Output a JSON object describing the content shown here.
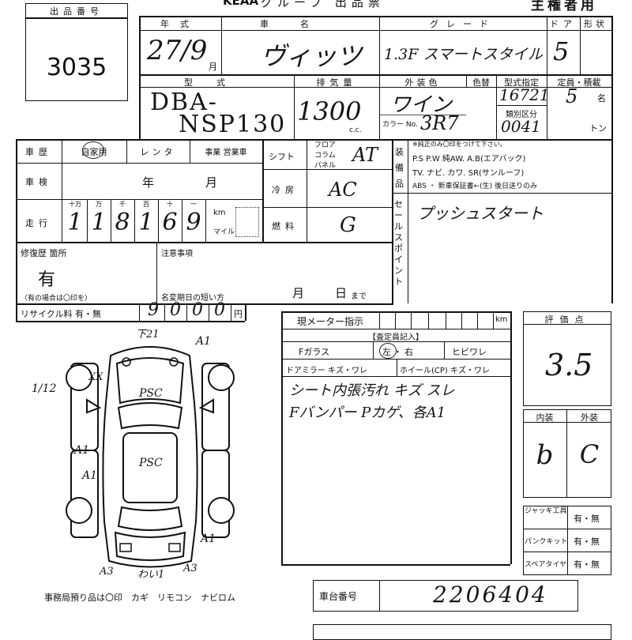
{
  "header": {
    "lot_label": "出品番号",
    "lot_number": "3035",
    "brand": "KEAA",
    "form_title": "グループ 出品票",
    "owner_note": "主権者用"
  },
  "vehicle": {
    "year_label": "年式",
    "year_value": "27/9",
    "month_unit": "月",
    "name_label": "車名",
    "name_value": "ヴィッツ",
    "grade_label": "グレード",
    "grade_value": "1.3F スマートスタイル",
    "door_label": "ドア",
    "door_value": "5",
    "shape_label": "形状",
    "model_label": "型式",
    "model_value_1": "DBA-",
    "model_value_2": "NSP130",
    "displacement_label": "排気量",
    "displacement_value": "1300",
    "cc_unit": "c.c.",
    "color_label": "外装色",
    "color_change_label": "色替",
    "color_value": "ワイン",
    "color_no_label": "カラー No.",
    "color_no_value": "3R7",
    "type_spec_label": "型式指定",
    "type_spec_value": "16721",
    "class_label": "類別区分",
    "class_value": "0041",
    "capacity_label": "定員・積載",
    "capacity_value": "5",
    "capacity_unit": "名",
    "ton_unit": "トン"
  },
  "history": {
    "usage_label": "車歴",
    "usage_options": [
      "自家用",
      "レンタ",
      "事業 営業車"
    ],
    "inspection_label": "車検",
    "year_unit": "年",
    "month_unit": "月",
    "mileage_label": "走行",
    "digit_labels": [
      "十万",
      "万",
      "千",
      "百",
      "十",
      "一"
    ],
    "mileage_digits": [
      "1",
      "1",
      "8",
      "1",
      "6",
      "9"
    ],
    "km_unit": "km",
    "mile_unit": "マイル",
    "repair_label": "修復歴 箇所",
    "repair_value": "有",
    "repair_note": "（有の場合は〇印を）",
    "caution_label": "注意事項",
    "name_change_label": "名変期日の短い方",
    "month_day_month": "月",
    "month_day_day": "日",
    "made_label": "まで",
    "recycle_label": "リサイクル料 有・無",
    "recycle_digits": [
      "9",
      "0",
      "0",
      "0"
    ],
    "yen_unit": "円"
  },
  "specs": {
    "shift_label": "シフト",
    "shift_options": [
      "フロア",
      "コラム",
      "パネル"
    ],
    "shift_value": "AT",
    "ac_label": "冷房",
    "ac_value": "AC",
    "fuel_label": "燃料",
    "fuel_value": "G"
  },
  "equipment": {
    "label_chars": [
      "装",
      "備",
      "品"
    ],
    "note": "※純正のみ〇印をつけて下さい。",
    "line1": "P.S  P.W  純AW.  A.B(エアバック)",
    "line2": "TV. ナビ. カワ. SR(サンルーフ)",
    "line3": "ABS ・ 新車保証書←(生) 後日送りのみ"
  },
  "sales_point": {
    "label": "セールスポイント",
    "value": "プッシュスタート"
  },
  "meter": {
    "label": "現メーター指示",
    "km_unit": "km"
  },
  "inspector": {
    "title": "【査定員記入】",
    "f_glass": "Fガラス",
    "left_right": "左・右",
    "crack_chip": "ヒビワレ",
    "mirror": "ドアミラー キズ・ワレ",
    "wheel": "ホイール(CP) キズ・ワレ",
    "note_line1": "シート内張汚れ キズ スレ",
    "note_line2": "Fバンパー Pカゲ、各A1"
  },
  "grades": {
    "score_label": "評価点",
    "score_value": "3.5",
    "interior_label": "内装",
    "exterior_label": "外装",
    "interior_value": "b",
    "exterior_value": "C"
  },
  "tools": {
    "jack_label": "ジャッキ工具",
    "puncture_label": "パンクキット",
    "spare_label": "スペアタイヤ",
    "option": "有・無"
  },
  "chassis": {
    "label": "車台番号",
    "value": "2206404"
  },
  "diagram": {
    "marks": {
      "top": "下21",
      "top_right": "A1",
      "left_upper": "XX",
      "side_left": "1/12",
      "hood": "PSC",
      "left_door_1": "A1",
      "left_door_2": "A1",
      "roof": "PSC",
      "rear_right": "A1",
      "bottom_left": "A3",
      "bottom_mid": "わい1",
      "bottom_right": "A3"
    },
    "footer": "事務局預り品は〇印　カギ　リモコン　ナビロム"
  }
}
